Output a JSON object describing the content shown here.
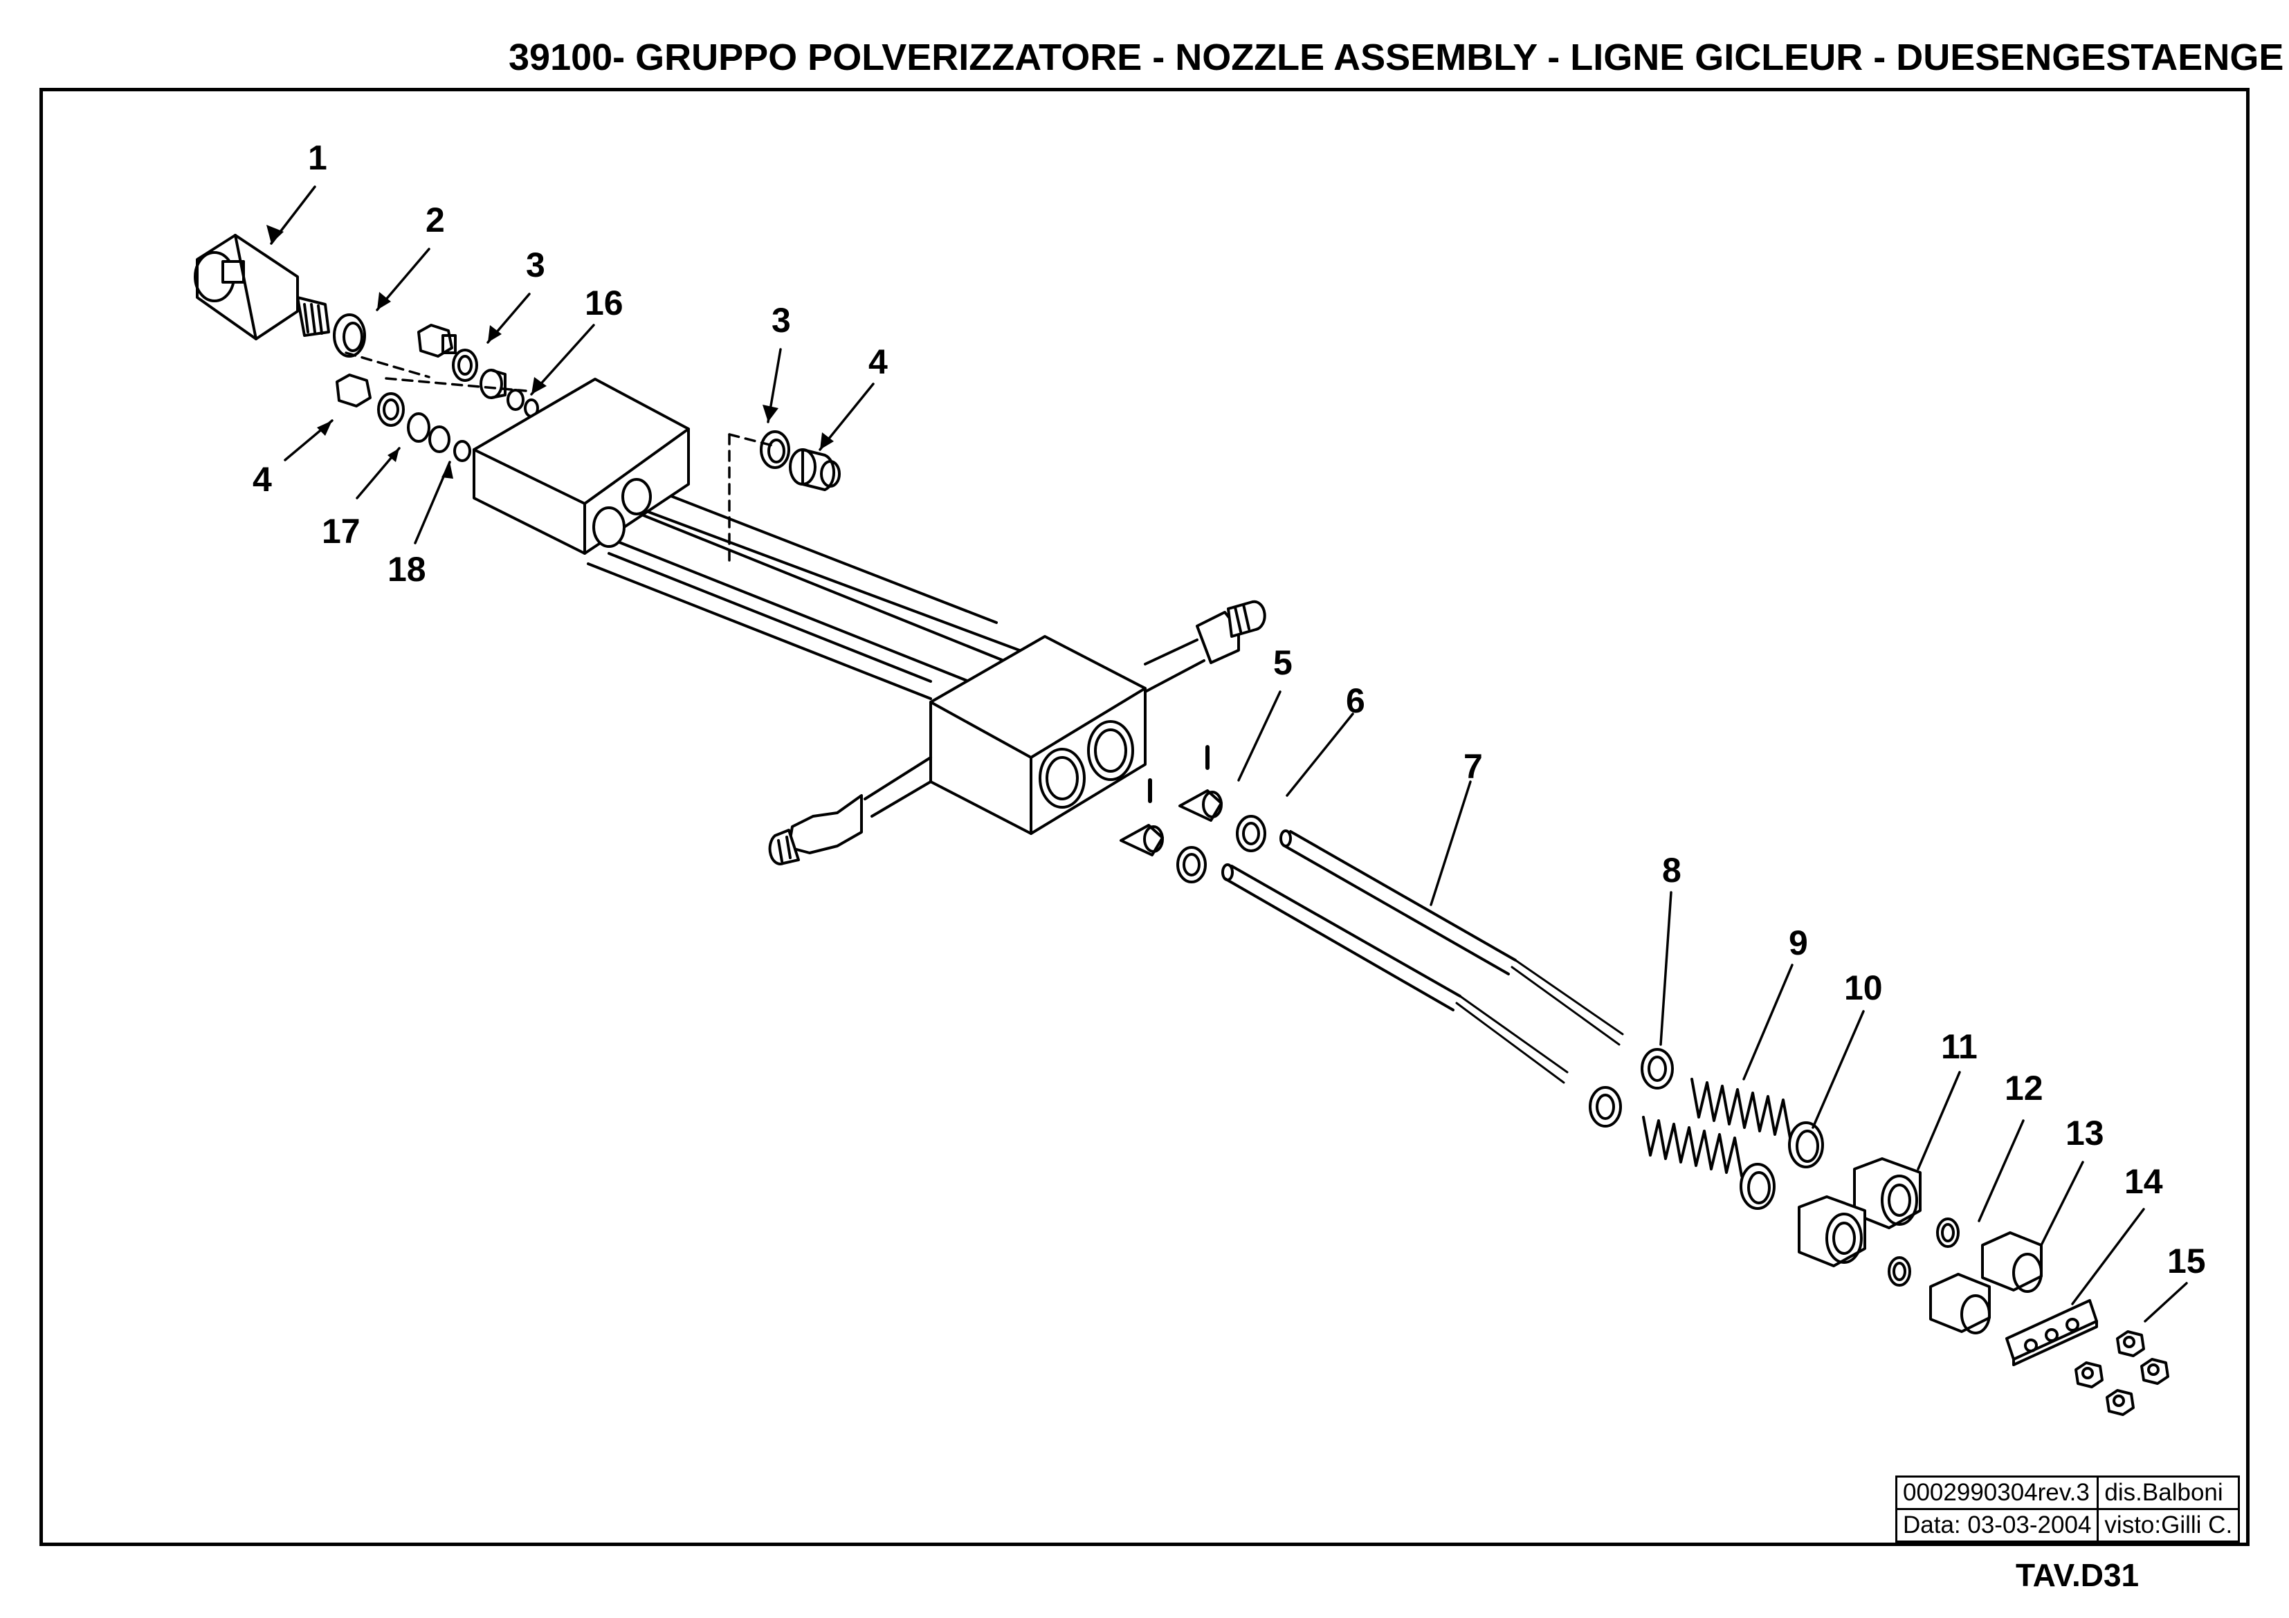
{
  "header": {
    "title": "39100-  GRUPPO  POLVERIZZATORE -  NOZZLE ASSEMBLY - LIGNE GICLEUR - DUESENGESTAENGE"
  },
  "callouts": {
    "c1": "1",
    "c2": "2",
    "c3a": "3",
    "c16": "16",
    "c3b": "3",
    "c4b": "4",
    "c4a": "4",
    "c17": "17",
    "c18": "18",
    "c5": "5",
    "c6": "6",
    "c7": "7",
    "c8": "8",
    "c9": "9",
    "c10": "10",
    "c11": "11",
    "c12": "12",
    "c13": "13",
    "c14": "14",
    "c15": "15"
  },
  "title_block": {
    "drawing_code": "0002990304rev.3",
    "drawn_by": "dis.Balboni",
    "date": "Data: 03-03-2004",
    "checked_by": "visto:Gilli C."
  },
  "sheet_id": "TAV.D31",
  "colors": {
    "ink": "#000000",
    "paper": "#ffffff"
  }
}
